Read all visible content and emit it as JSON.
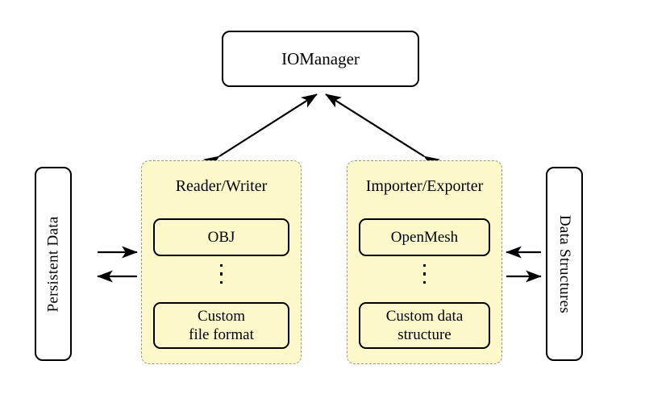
{
  "diagram": {
    "title_node": {
      "label": "IOManager"
    },
    "left_endpoint": {
      "label": "Persistent Data"
    },
    "right_endpoint": {
      "label": "Data Structures"
    },
    "groups": [
      {
        "id": "reader-writer",
        "title": "Reader/Writer",
        "top_item": "OBJ",
        "ellipsis": "⋮",
        "bottom_item_line1": "Custom",
        "bottom_item_line2": "file format"
      },
      {
        "id": "importer-exporter",
        "title": "Importer/Exporter",
        "top_item": "OpenMesh",
        "ellipsis": "⋮",
        "bottom_item_line1": "Custom data",
        "bottom_item_line2": "structure"
      }
    ],
    "connections": [
      {
        "id": "iomanager-to-reader-writer",
        "style": "double-headed",
        "orientation": "diagonal-left"
      },
      {
        "id": "iomanager-to-importer-exporter",
        "style": "double-headed",
        "orientation": "diagonal-right"
      },
      {
        "id": "persistent-data-to-reader-writer",
        "style": "single-headed",
        "direction": "right"
      },
      {
        "id": "reader-writer-to-persistent-data",
        "style": "single-headed",
        "direction": "left"
      },
      {
        "id": "data-structures-to-importer-exporter",
        "style": "single-headed",
        "direction": "left"
      },
      {
        "id": "importer-exporter-to-data-structures",
        "style": "single-headed",
        "direction": "right"
      }
    ],
    "colors": {
      "group_fill": "#fcf8ca",
      "group_border": "#9a9a8a",
      "node_stroke": "#000000",
      "background": "#ffffff"
    }
  }
}
